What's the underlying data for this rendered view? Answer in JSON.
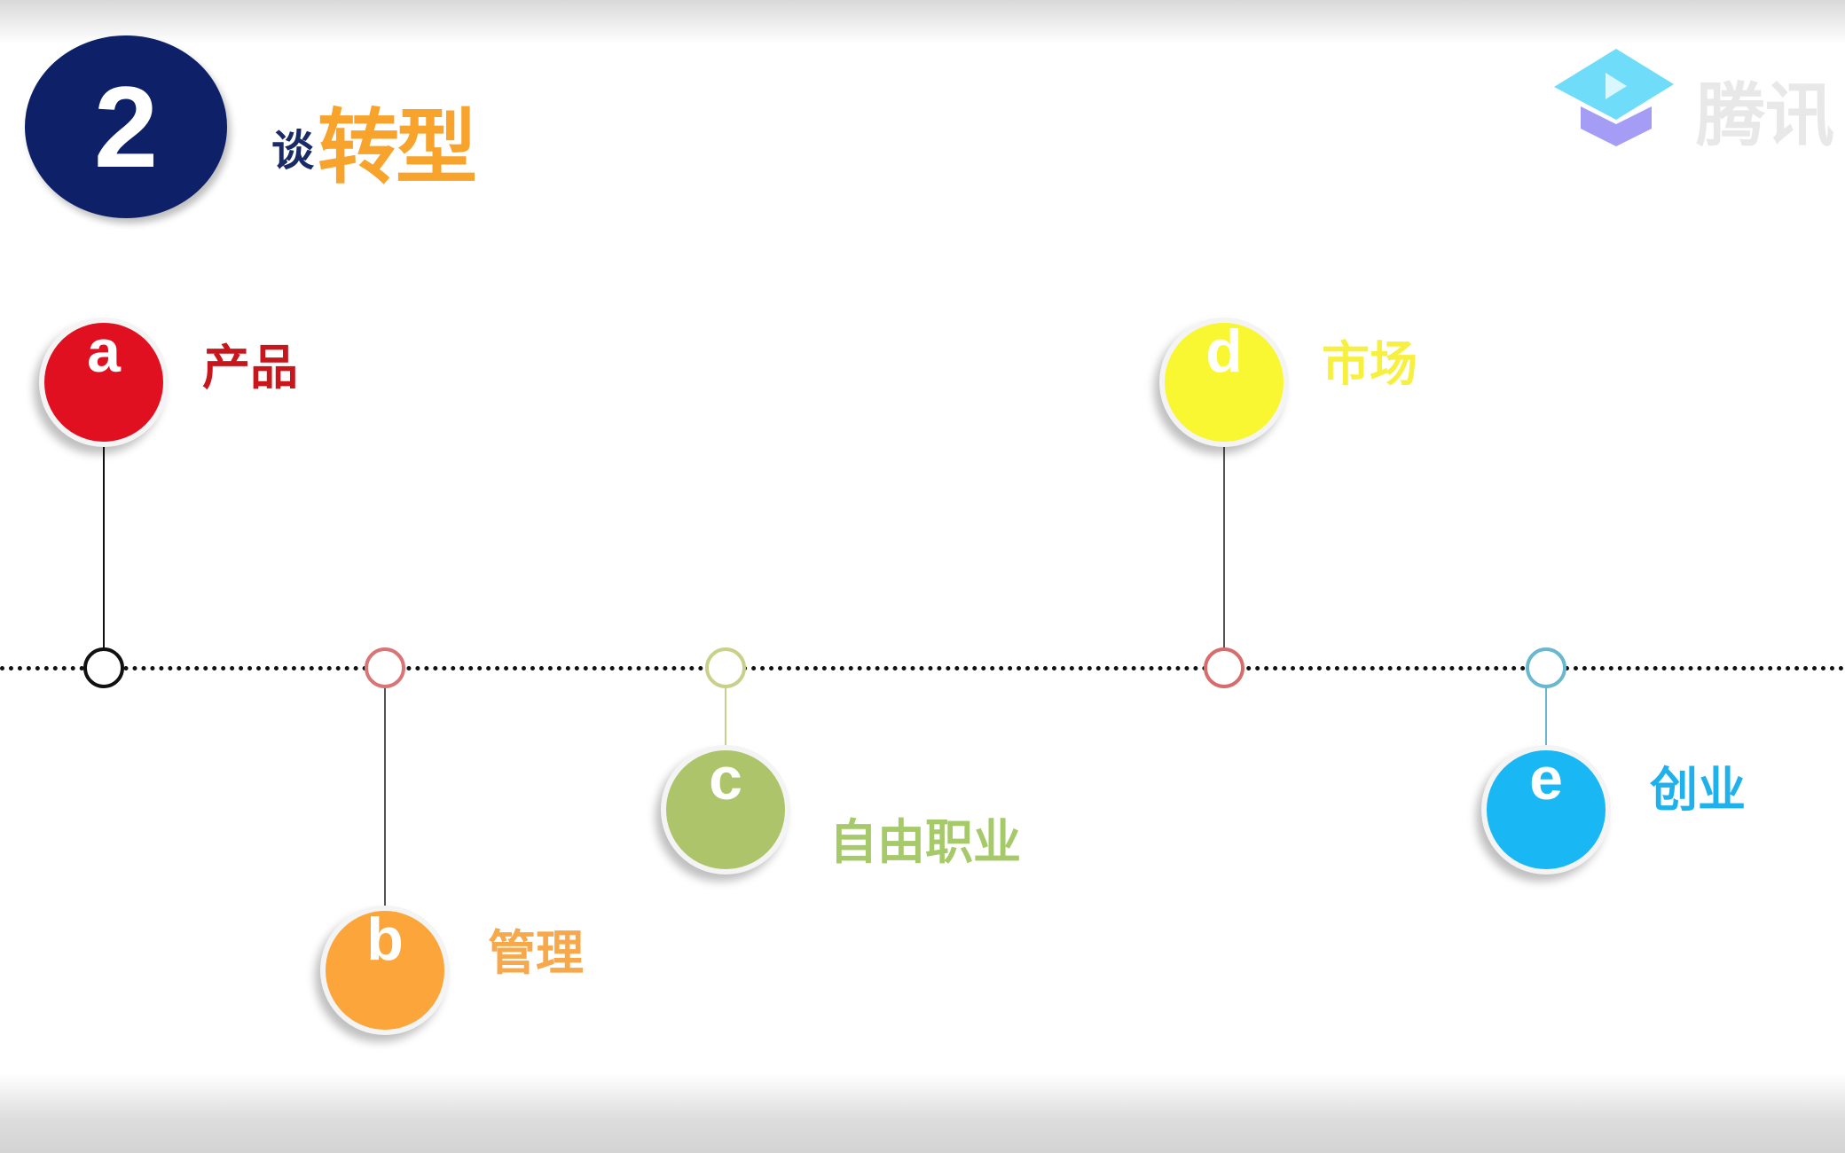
{
  "header": {
    "number": "2",
    "title_prefix": "谈",
    "title_main": "转型"
  },
  "logo": {
    "text": "腾讯"
  },
  "nodes": [
    {
      "letter": "a",
      "label": "产品",
      "color": "#e01020",
      "ring": "#111111",
      "label_color": "#c8161d"
    },
    {
      "letter": "b",
      "label": "管理",
      "color": "#fba53a",
      "ring": "#d97575",
      "label_color": "#f7a84a"
    },
    {
      "letter": "c",
      "label": "自由职业",
      "color": "#aec46a",
      "ring": "#c8d08a",
      "label_color": "#a6c96a"
    },
    {
      "letter": "d",
      "label": "市场",
      "color": "#f9f731",
      "ring": "#d86b6b",
      "label_color": "#f7f040"
    },
    {
      "letter": "e",
      "label": "创业",
      "color": "#1ab7f5",
      "ring": "#6ab8d0",
      "label_color": "#1fb1ec"
    }
  ]
}
